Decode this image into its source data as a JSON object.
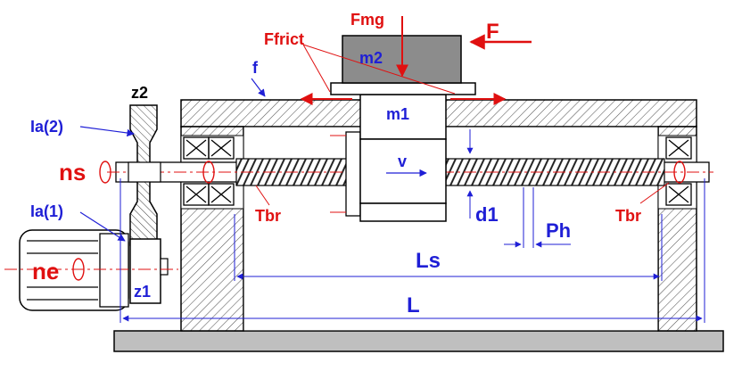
{
  "labels": {
    "fmg": "Fmg",
    "f_force": "F",
    "ffrict": "Ffrict",
    "f_coef": "f",
    "m2": "m2",
    "m1": "m1",
    "z2": "z2",
    "ia2": "Ia(2)",
    "ia1": "Ia(1)",
    "ns": "ns",
    "ne": "ne",
    "z1": "z1",
    "v": "v",
    "tbr_left": "Tbr",
    "tbr_right": "Tbr",
    "d1": "d1",
    "ph": "Ph",
    "ls": "Ls",
    "l": "L"
  },
  "colors": {
    "red": "#e01010",
    "blue": "#1f1fd6",
    "hatch": "#555555",
    "mass": "#8c8c8c",
    "base": "#bfbfbf"
  }
}
